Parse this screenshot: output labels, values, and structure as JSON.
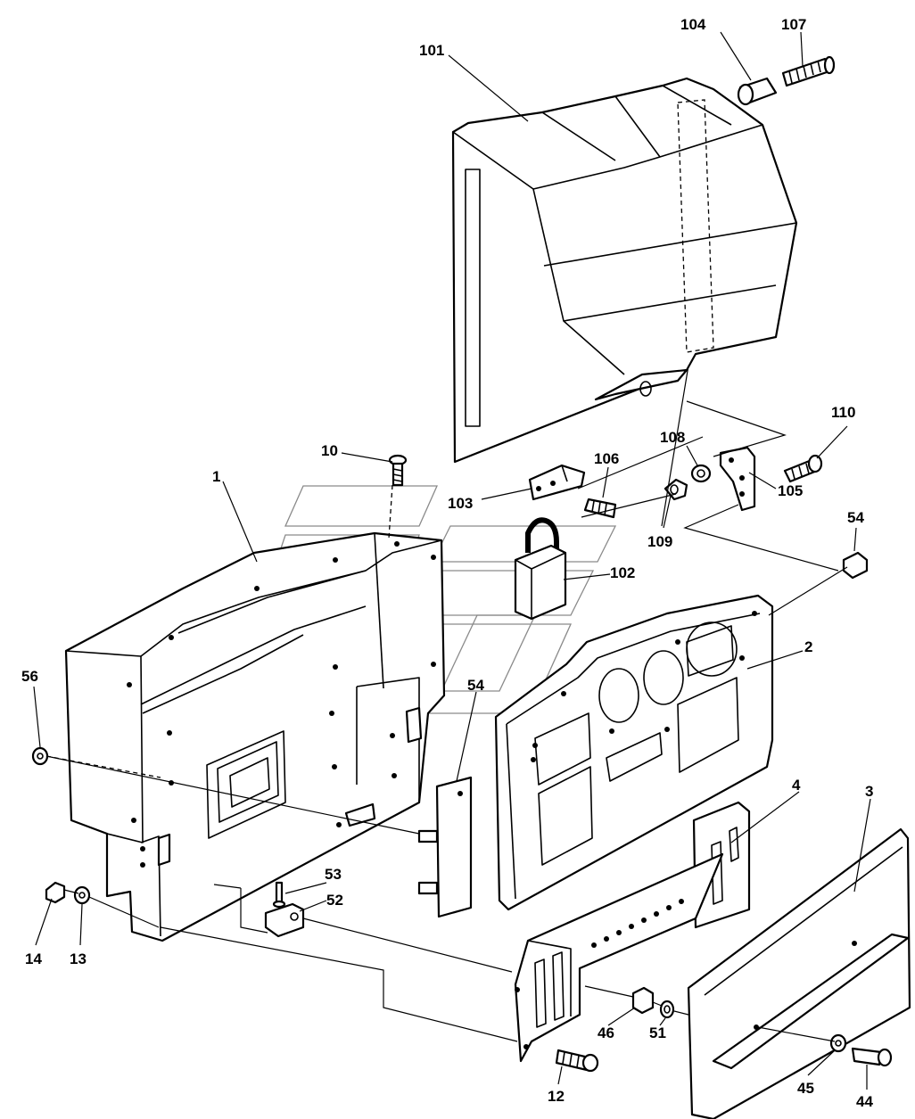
{
  "callouts": [
    {
      "id": "101",
      "text": "101"
    },
    {
      "id": "104",
      "text": "104"
    },
    {
      "id": "107",
      "text": "107"
    },
    {
      "id": "110",
      "text": "110"
    },
    {
      "id": "108",
      "text": "108"
    },
    {
      "id": "106",
      "text": "106"
    },
    {
      "id": "103",
      "text": "103"
    },
    {
      "id": "105",
      "text": "105"
    },
    {
      "id": "109",
      "text": "109"
    },
    {
      "id": "102",
      "text": "102"
    },
    {
      "id": "54a",
      "text": "54"
    },
    {
      "id": "54b",
      "text": "54"
    },
    {
      "id": "10",
      "text": "10"
    },
    {
      "id": "1",
      "text": "1"
    },
    {
      "id": "2",
      "text": "2"
    },
    {
      "id": "56",
      "text": "56"
    },
    {
      "id": "4",
      "text": "4"
    },
    {
      "id": "3",
      "text": "3"
    },
    {
      "id": "53",
      "text": "53"
    },
    {
      "id": "52",
      "text": "52"
    },
    {
      "id": "14",
      "text": "14"
    },
    {
      "id": "13",
      "text": "13"
    },
    {
      "id": "46",
      "text": "46"
    },
    {
      "id": "51",
      "text": "51"
    },
    {
      "id": "12",
      "text": "12"
    },
    {
      "id": "45",
      "text": "45"
    },
    {
      "id": "44",
      "text": "44"
    }
  ]
}
